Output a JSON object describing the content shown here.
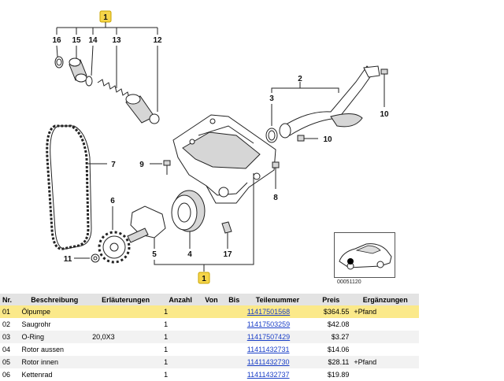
{
  "diagram": {
    "callouts": [
      "1",
      "16",
      "15",
      "14",
      "13",
      "12",
      "2",
      "3",
      "10",
      "10",
      "7",
      "9",
      "6",
      "8",
      "11",
      "5",
      "4",
      "17",
      "1"
    ],
    "thumbnail_code": "00051120"
  },
  "table": {
    "headers": [
      "Nr.",
      "Beschreibung",
      "Erläuterungen",
      "Anzahl",
      "Von",
      "Bis",
      "Teilenummer",
      "Preis",
      "Ergänzungen"
    ],
    "rows": [
      {
        "nr": "01",
        "desc": "Ölpumpe",
        "note": "",
        "qty": "1",
        "von": "",
        "bis": "",
        "part": "11417501568",
        "price": "$364.55",
        "extra": "+Pfand",
        "selected": true
      },
      {
        "nr": "02",
        "desc": "Saugrohr",
        "note": "",
        "qty": "1",
        "von": "",
        "bis": "",
        "part": "11417503259",
        "price": "$42.08",
        "extra": ""
      },
      {
        "nr": "03",
        "desc": "O-Ring",
        "note": "20,0X3",
        "qty": "1",
        "von": "",
        "bis": "",
        "part": "11417507429",
        "price": "$3.27",
        "extra": ""
      },
      {
        "nr": "04",
        "desc": "Rotor aussen",
        "note": "",
        "qty": "1",
        "von": "",
        "bis": "",
        "part": "11411432731",
        "price": "$14.06",
        "extra": ""
      },
      {
        "nr": "05",
        "desc": "Rotor innen",
        "note": "",
        "qty": "1",
        "von": "",
        "bis": "",
        "part": "11411432730",
        "price": "$28.11",
        "extra": "+Pfand"
      },
      {
        "nr": "06",
        "desc": "Kettenrad",
        "note": "",
        "qty": "1",
        "von": "",
        "bis": "",
        "part": "11411432737",
        "price": "$19.89",
        "extra": ""
      }
    ]
  }
}
